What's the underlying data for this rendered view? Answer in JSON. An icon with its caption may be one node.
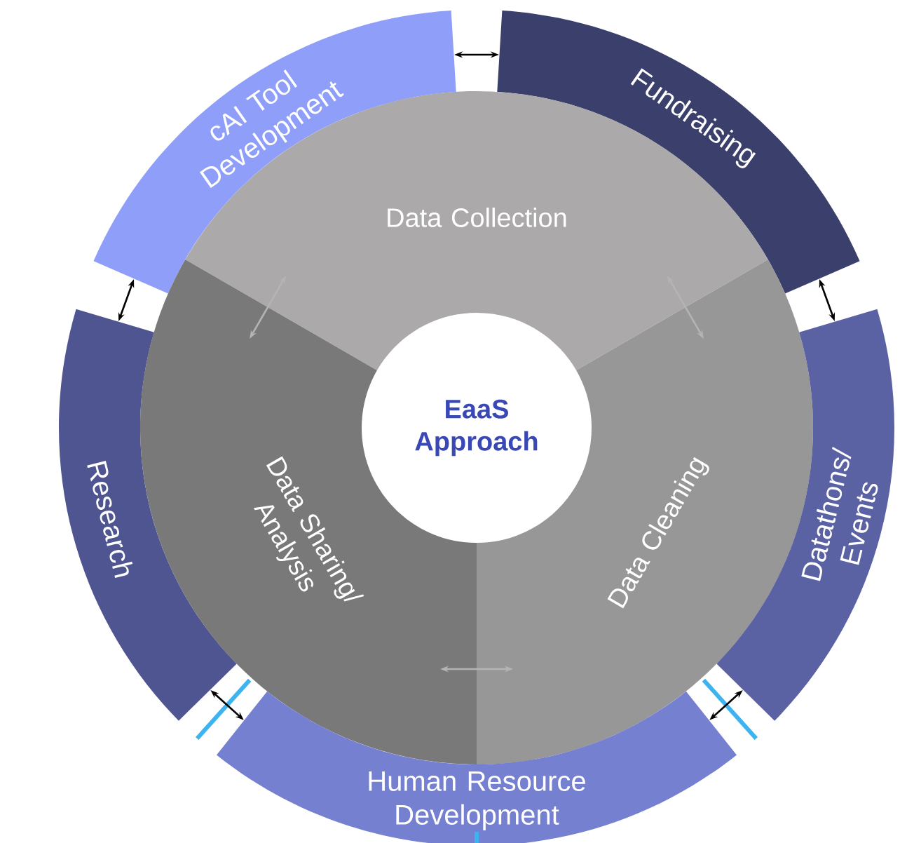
{
  "diagram": {
    "nodes": [
      {
        "text": [
          "cAI Tool Development"
        ]
      },
      {
        "text": [
          "Fundraising"
        ]
      },
      {
        "text": [
          "Data Collection"
        ]
      },
      {
        "text": [
          "EaaS Approach"
        ]
      },
      {
        "text": [
          "Research"
        ]
      },
      {
        "text": [
          "Data Sharing/ Analysis"
        ]
      },
      {
        "text": [
          "Data Cleaning"
        ]
      },
      {
        "text": [
          "Datathons/ Events"
        ]
      },
      {
        "text": [
          "Human Resource Development"
        ]
      }
    ],
    "edges": [
      {
        "from": 0,
        "to": 1,
        "arrow": "both"
      },
      {
        "from": 1,
        "to": 7,
        "arrow": "both"
      },
      {
        "from": 7,
        "to": 8,
        "arrow": "both"
      },
      {
        "from": 8,
        "to": 4,
        "arrow": "both"
      },
      {
        "from": 4,
        "to": 0,
        "arrow": "both"
      },
      {
        "from": 2,
        "to": 6,
        "arrow": "both",
        "color": "#b4b4b4"
      },
      {
        "from": 6,
        "to": 5,
        "arrow": "both",
        "color": "#b4b4b4"
      },
      {
        "from": 5,
        "to": 2,
        "arrow": "both",
        "color": "#b4b4b4"
      }
    ]
  }
}
